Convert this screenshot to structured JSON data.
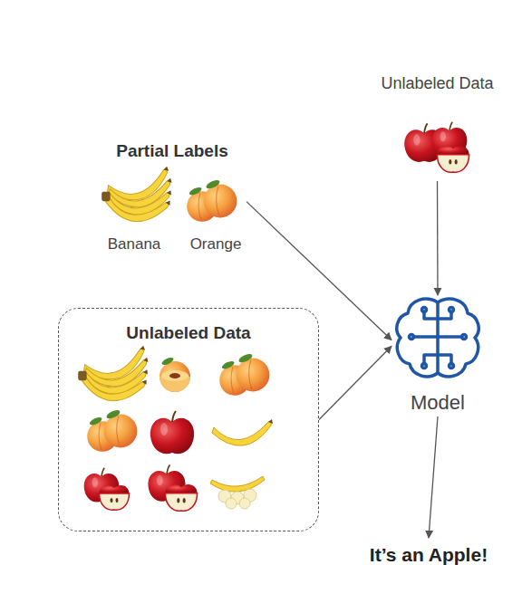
{
  "diagram": {
    "nodes": [
      {
        "text": [
          "Unlabeled Data"
        ]
      },
      {
        "text": [
          "Partial Labels"
        ]
      },
      {
        "text": [
          "Unlabeled Data"
        ]
      },
      {
        "text": [
          "Model"
        ]
      },
      {
        "text": [
          "It’s an Apple!"
        ]
      }
    ],
    "edges": [
      {
        "from": 0,
        "to": 3,
        "arrow": "to"
      },
      {
        "from": 1,
        "to": 3,
        "arrow": "to"
      },
      {
        "from": 2,
        "to": 3,
        "arrow": "to"
      },
      {
        "from": 3,
        "to": 4,
        "arrow": "to"
      }
    ],
    "labels": [
      "Banana",
      "Orange"
    ]
  }
}
